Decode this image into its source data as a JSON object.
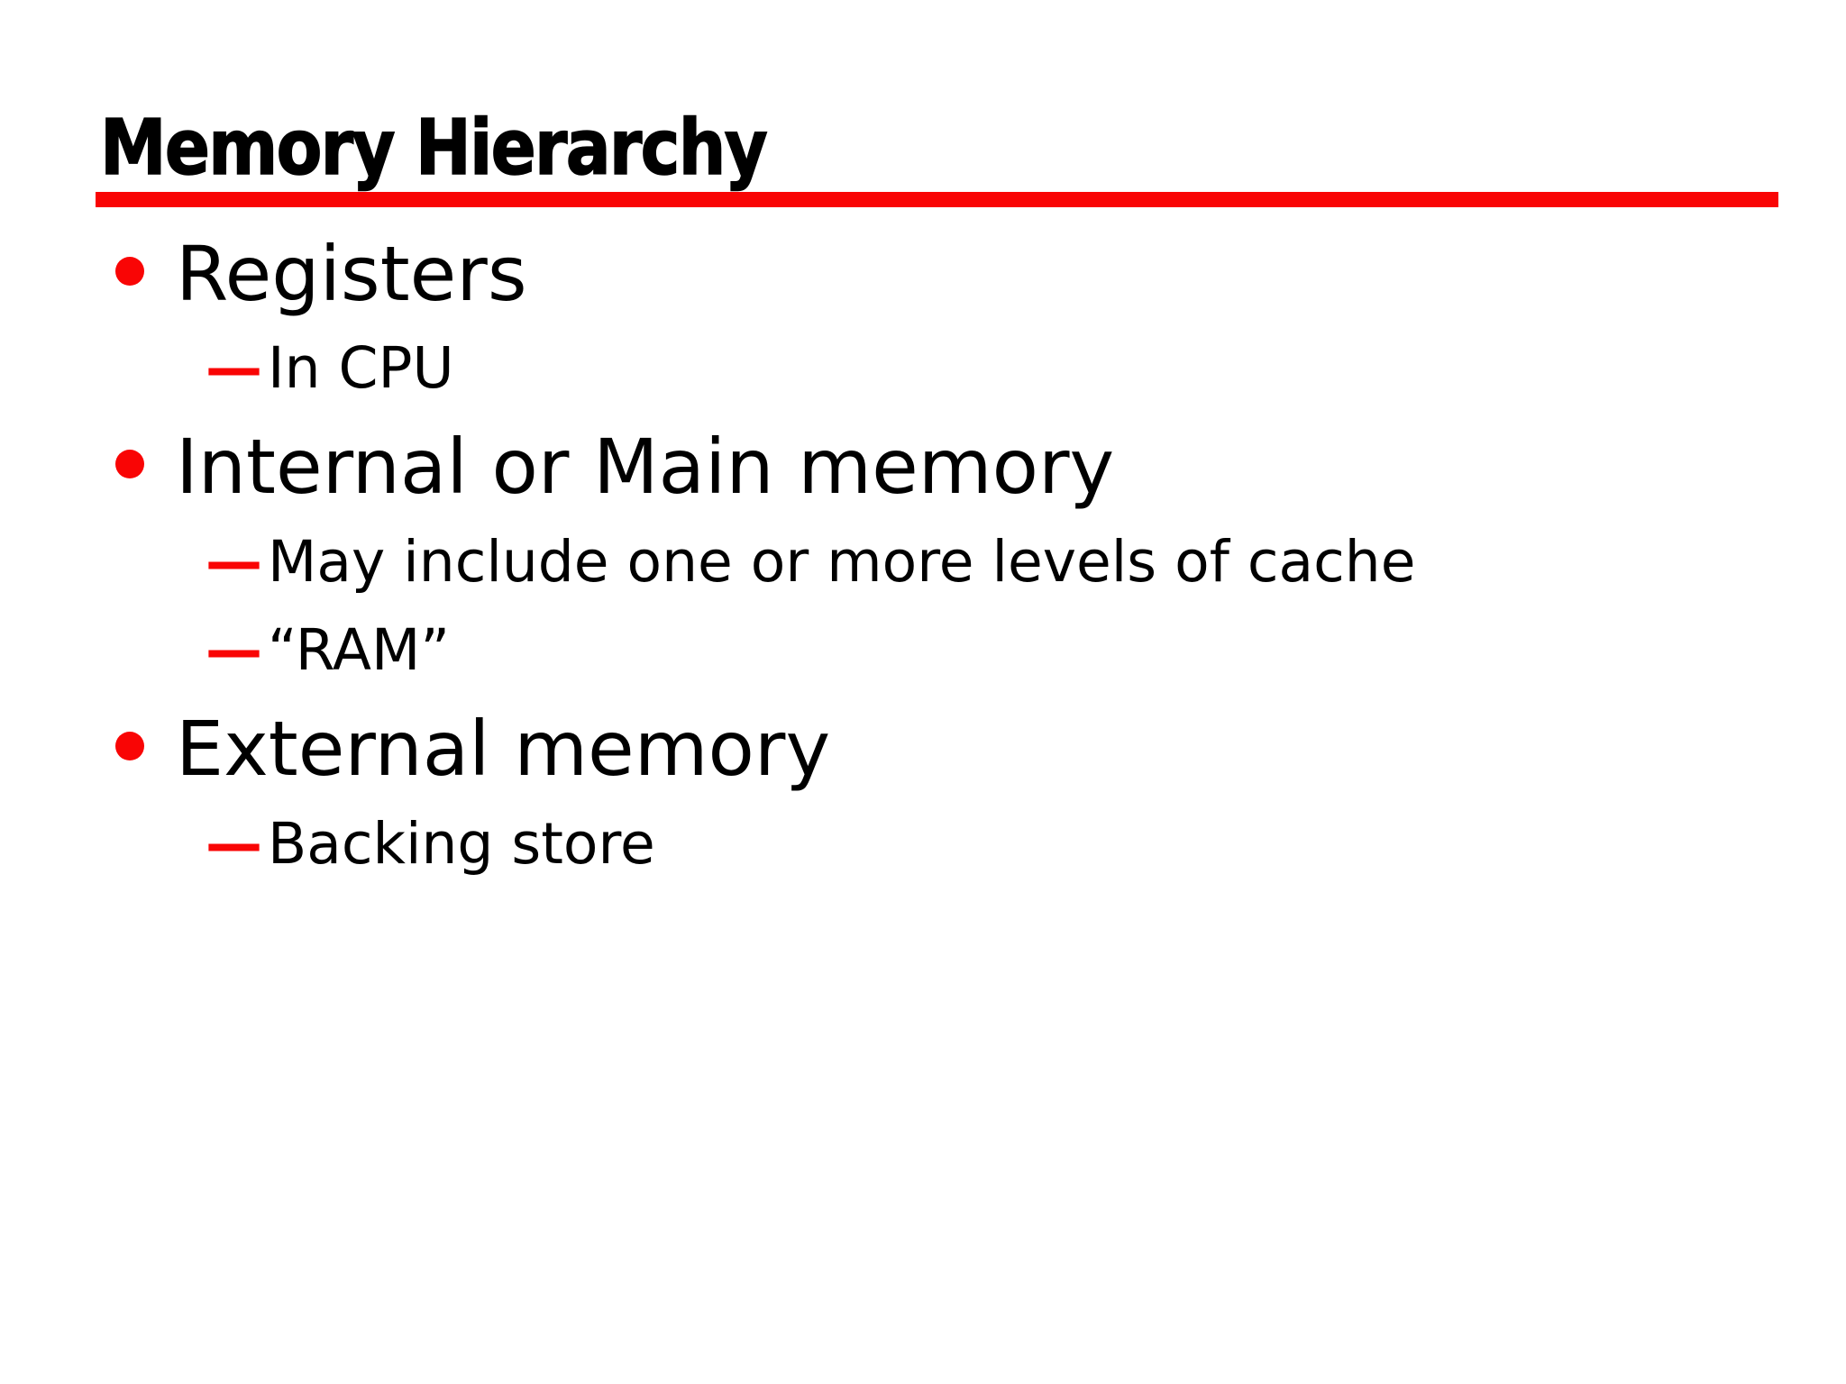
{
  "slide": {
    "title": "Memory Hierarchy",
    "dash": "—",
    "items": [
      {
        "level": 1,
        "text": "Registers"
      },
      {
        "level": 2,
        "text": "In CPU"
      },
      {
        "level": 1,
        "text": "Internal or Main memory"
      },
      {
        "level": 2,
        "text": "May include one or more levels of cache"
      },
      {
        "level": 2,
        "text": "“RAM”"
      },
      {
        "level": 1,
        "text": "External memory"
      },
      {
        "level": 2,
        "text": "Backing store"
      }
    ],
    "colors": {
      "accent": "#f90505",
      "text": "#000000",
      "background": "#ffffff"
    }
  }
}
